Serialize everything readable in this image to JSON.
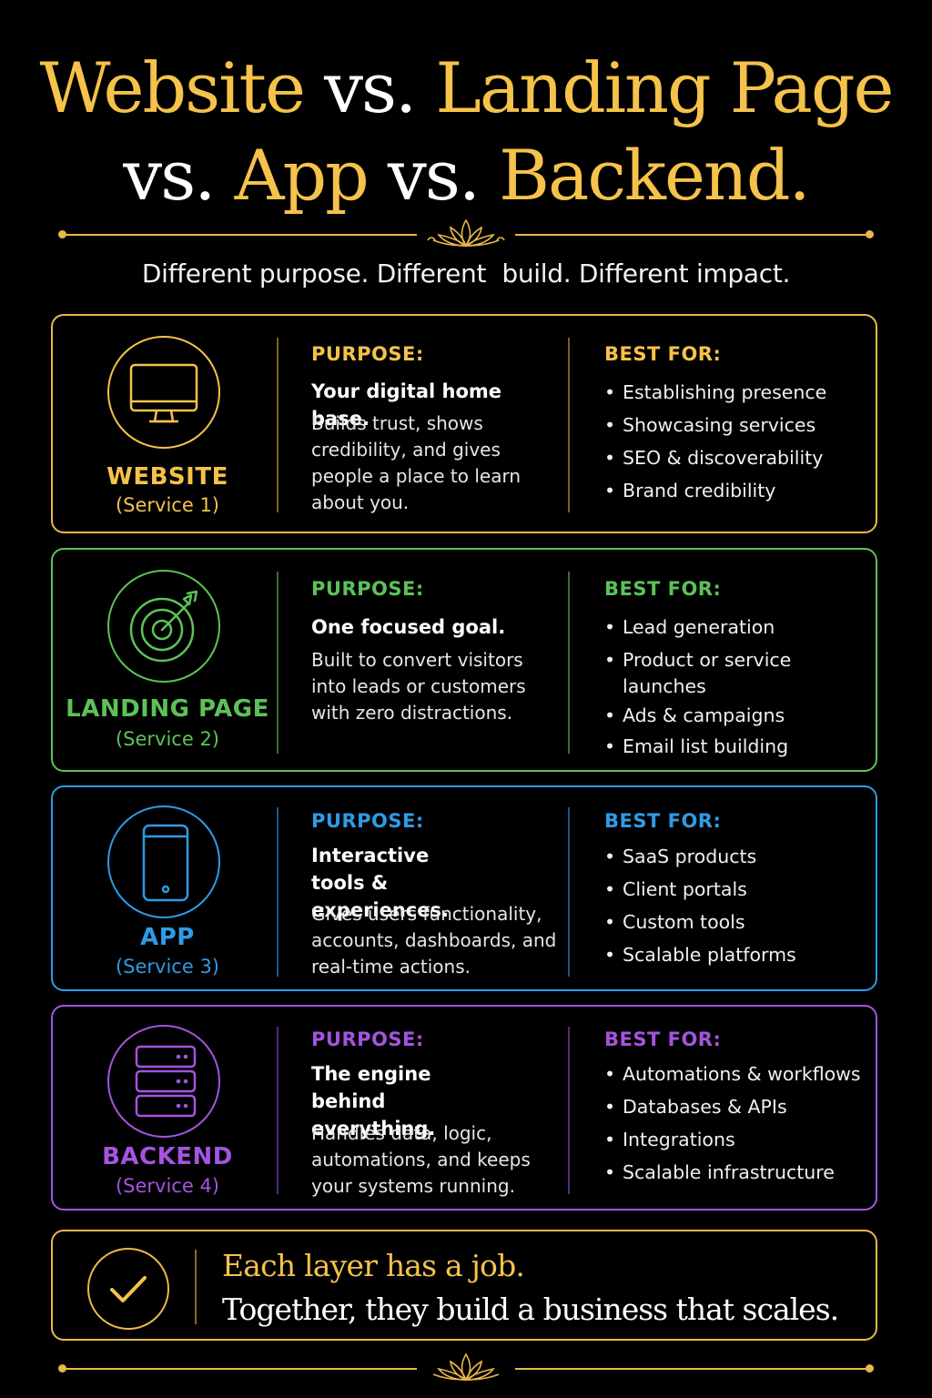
{
  "header": {
    "line1": {
      "a": "Website",
      "b": " vs. ",
      "c": "Landing Page"
    },
    "line2": {
      "a": "vs. ",
      "b": "App",
      "c": " vs. ",
      "d": "Backend."
    },
    "subtitle": "Different purpose. Different  build. Different impact."
  },
  "colors": {
    "gold": "#f5c24a",
    "green": "#5cc258",
    "blue": "#2f9be6",
    "purple": "#a454e0"
  },
  "cards": [
    {
      "icon": "monitor-icon",
      "name": "WEBSITE",
      "service": "(Service 1)",
      "purpose_heading": "PURPOSE:",
      "tagline": "Your digital home base.",
      "description": "Builds trust, shows credibility, and gives people a place to learn about you.",
      "best_heading": "BEST FOR:",
      "best_for": [
        "Establishing presence",
        "Showcasing services",
        "SEO & discoverability",
        "Brand credibility"
      ]
    },
    {
      "icon": "target-icon",
      "name": "LANDING PAGE",
      "service": "(Service 2)",
      "purpose_heading": "PURPOSE:",
      "tagline": "One focused goal.",
      "description": "Built to convert visitors into leads or customers with zero distractions.",
      "best_heading": "BEST FOR:",
      "best_for": [
        "Lead generation",
        "Product or service launches",
        "Ads & campaigns",
        "Email list building"
      ]
    },
    {
      "icon": "phone-icon",
      "name": "APP",
      "service": "(Service 3)",
      "purpose_heading": "PURPOSE:",
      "tagline": "Interactive tools & experiences.",
      "description": "Gives users functionality, accounts, dashboards, and real-time actions.",
      "best_heading": "BEST FOR:",
      "best_for": [
        "SaaS products",
        "Client portals",
        "Custom tools",
        "Scalable platforms"
      ]
    },
    {
      "icon": "server-icon",
      "name": "BACKEND",
      "service": "(Service 4)",
      "purpose_heading": "PURPOSE:",
      "tagline": "The engine behind everything.",
      "description": "Handles data, logic, automations, and keeps your systems running.",
      "best_heading": "BEST FOR:",
      "best_for": [
        "Automations & workflows",
        "Databases & APIs",
        "Integrations",
        "Scalable infrastructure"
      ]
    }
  ],
  "closing": {
    "icon": "checkmark-icon",
    "line1": "Each layer has a job.",
    "line2": "Together, they build a business that scales."
  }
}
